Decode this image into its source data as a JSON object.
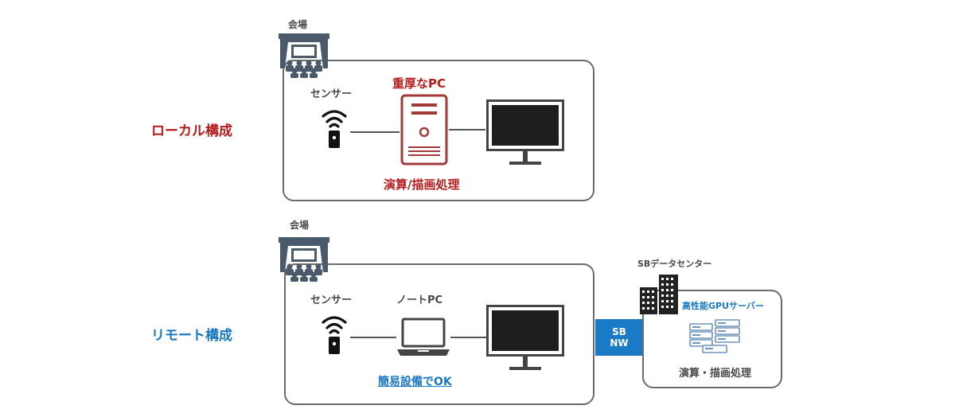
{
  "local": {
    "label": "ローカル構成",
    "venue_label": "会場",
    "sensor_label": "センサー",
    "pc_label": "重厚なPC",
    "processing_label": "演算/描画処理"
  },
  "remote": {
    "label": "リモート構成",
    "venue_label": "会場",
    "sensor_label": "センサー",
    "laptop_label": "ノートPC",
    "simple_label": "簡易設備でOK",
    "network": {
      "line1": "SB",
      "line2": "NW"
    },
    "datacenter_label": "SBデータセンター",
    "server_label": "高性能GPUサーバー",
    "server_processing_label": "演算・描画処理"
  },
  "colors": {
    "red": "#b71c1c",
    "blue": "#1a78c2",
    "gray": "#4a4a4a",
    "network": "#1a7ac6"
  }
}
